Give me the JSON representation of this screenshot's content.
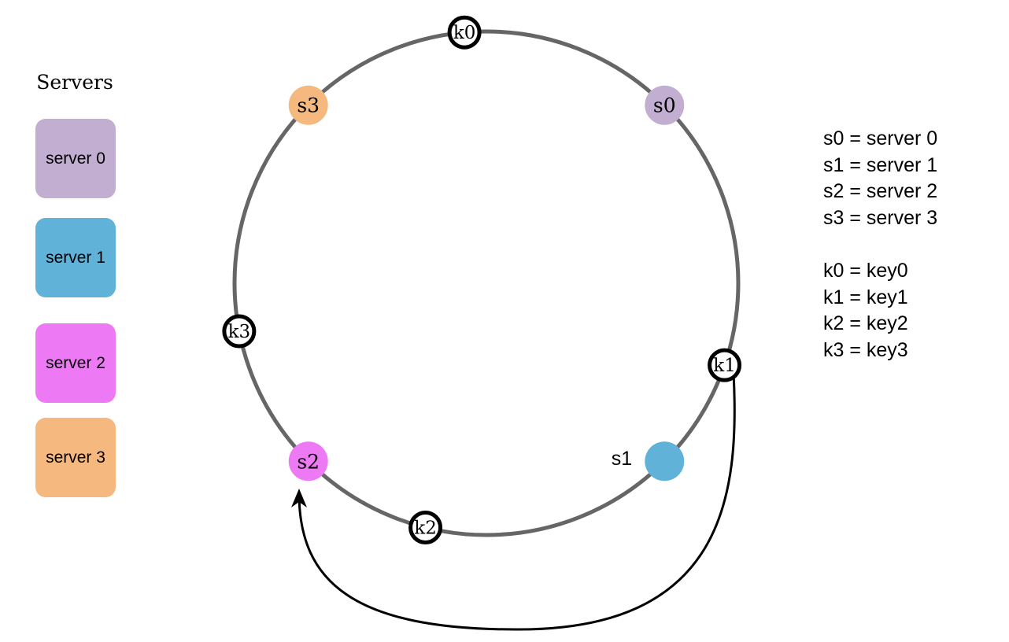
{
  "legend": {
    "title": "Servers",
    "servers": [
      {
        "label": "server 0",
        "color": "#c1aed0"
      },
      {
        "label": "server 1",
        "color": "#61b2d8"
      },
      {
        "label": "server 2",
        "color": "#ee79f5"
      },
      {
        "label": "server 3",
        "color": "#f5b97f"
      }
    ]
  },
  "ring": {
    "stroke_color": "#666666",
    "servers": [
      {
        "id": "s0",
        "label": "s0",
        "color": "#c1aed0",
        "angle_deg": 45
      },
      {
        "id": "s1",
        "label": "",
        "outside_label": "s1",
        "color": "#61b2d8",
        "angle_deg": 135
      },
      {
        "id": "s2",
        "label": "s2",
        "color": "#ee79f5",
        "angle_deg": 225
      },
      {
        "id": "s3",
        "label": "s3",
        "color": "#f5b97f",
        "angle_deg": 315
      }
    ],
    "keys": [
      {
        "id": "k0",
        "label": "k0",
        "angle_deg": 355
      },
      {
        "id": "k1",
        "label": "k1",
        "angle_deg": 109
      },
      {
        "id": "k2",
        "label": "k2",
        "angle_deg": 194
      },
      {
        "id": "k3",
        "label": "k3",
        "angle_deg": 259
      }
    ],
    "arrow": {
      "from": "k1",
      "to": "s2",
      "color": "#000000"
    }
  },
  "mappings": {
    "servers": [
      "s0 = server 0",
      "s1 = server 1",
      "s2 = server 2",
      "s3 = server 3"
    ],
    "keys": [
      "k0 = key0",
      "k1 = key1",
      "k2 = key2",
      "k3 = key3"
    ]
  }
}
